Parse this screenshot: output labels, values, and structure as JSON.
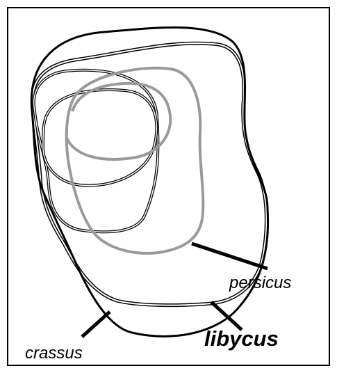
{
  "labels": {
    "persicus": "persicus",
    "libycus": "libycus",
    "crassus": "crassus"
  },
  "colors": {
    "outline": "#000000",
    "persicus_outline": "#9a9a9a",
    "background": "#ffffff",
    "frame": "#000000"
  }
}
